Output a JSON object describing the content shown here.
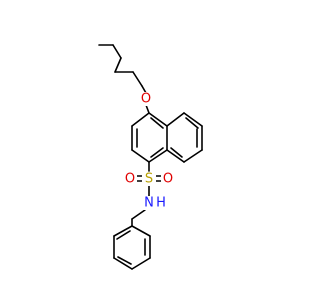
{
  "molecule": {
    "atoms": [
      {
        "id": "O1",
        "element": "O",
        "label": "O",
        "color": "#e00000"
      },
      {
        "id": "S1",
        "element": "S",
        "label": "S",
        "color": "#b8a000"
      },
      {
        "id": "O2",
        "element": "O",
        "label": "O",
        "color": "#e00000"
      },
      {
        "id": "O3",
        "element": "O",
        "label": "O",
        "color": "#e00000"
      },
      {
        "id": "N1",
        "element": "N",
        "label": "N",
        "color": "#1a1aff"
      },
      {
        "id": "H1",
        "element": "H",
        "label": "H",
        "color": "#1a1aff"
      }
    ],
    "bond_color": "#000000"
  }
}
